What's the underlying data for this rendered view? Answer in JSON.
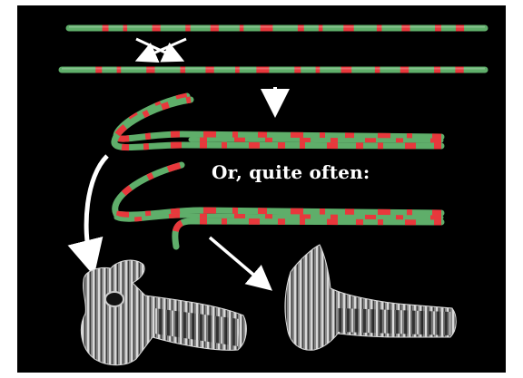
{
  "caption": "Or, quite often:",
  "colors": {
    "background": "#000000",
    "frame": "#ffffff",
    "chromosome_green": "#5fae6a",
    "band_red": "#e8383c",
    "arrow": "#ffffff"
  },
  "illustrations": [
    "unpaired-chromosome-top",
    "unpaired-chromosome-bottom",
    "crossing-arrows",
    "down-arrow",
    "single-loop-pairing",
    "double-loop-pairing",
    "curved-arrow",
    "straight-arrow",
    "polytene-micrograph-single-loop",
    "polytene-micrograph-double-loop"
  ]
}
